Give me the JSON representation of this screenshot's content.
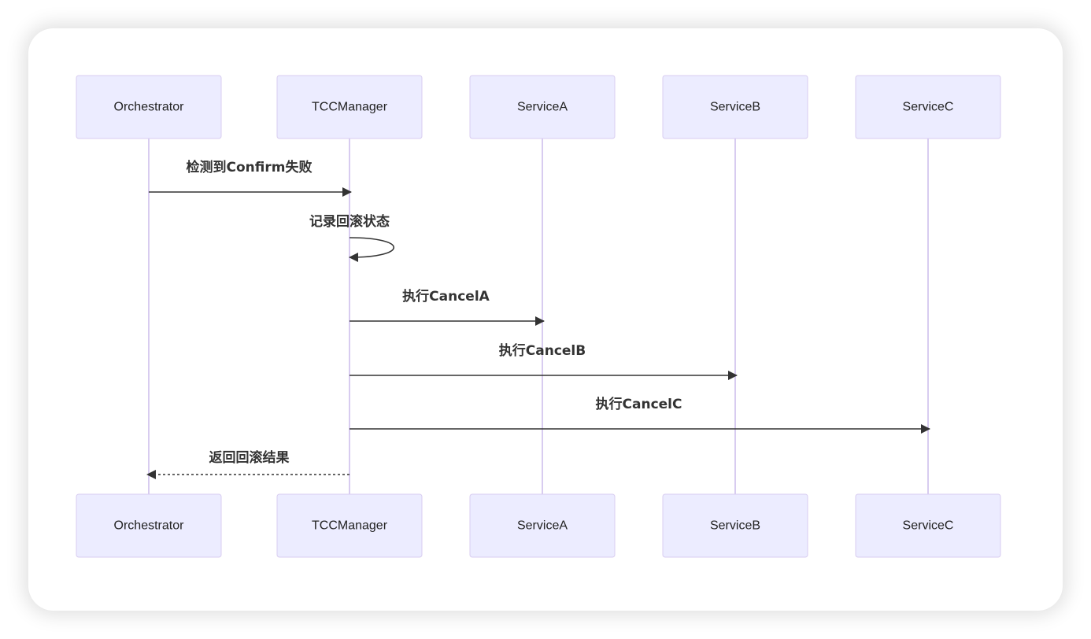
{
  "actors": [
    "Orchestrator",
    "TCCManager",
    "ServiceA",
    "ServiceB",
    "ServiceC"
  ],
  "messages": [
    {
      "from": 0,
      "to": 1,
      "text": "检测到Confirm失败",
      "style": "solid"
    },
    {
      "from": 1,
      "to": 1,
      "text": "记录回滚状态",
      "style": "solid"
    },
    {
      "from": 1,
      "to": 2,
      "text": "执行CancelA",
      "style": "solid"
    },
    {
      "from": 1,
      "to": 3,
      "text": "执行CancelB",
      "style": "solid"
    },
    {
      "from": 1,
      "to": 4,
      "text": "执行CancelC",
      "style": "solid"
    },
    {
      "from": 1,
      "to": 0,
      "text": "返回回滚结果",
      "style": "dashed"
    }
  ],
  "colors": {
    "actor_fill": "#ECECFF",
    "actor_border": "#D8CCF0",
    "line": "#333333"
  }
}
